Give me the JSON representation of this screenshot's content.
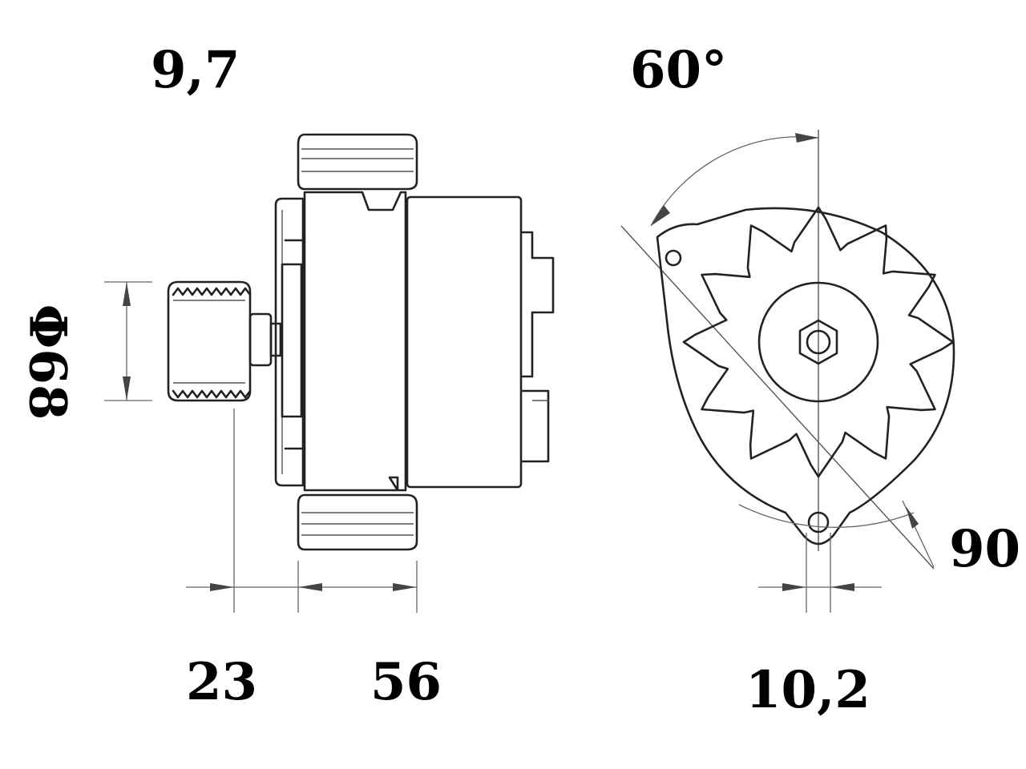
{
  "dimensions": {
    "top_left": "9,7",
    "top_right": "60°",
    "left_vertical": "Φ68",
    "bottom_left": "23",
    "bottom_mid": "56",
    "bottom_right": "10,2",
    "right": "90"
  },
  "colors": {
    "line": "#222222",
    "dimension_line": "#666666",
    "background": "#ffffff"
  }
}
